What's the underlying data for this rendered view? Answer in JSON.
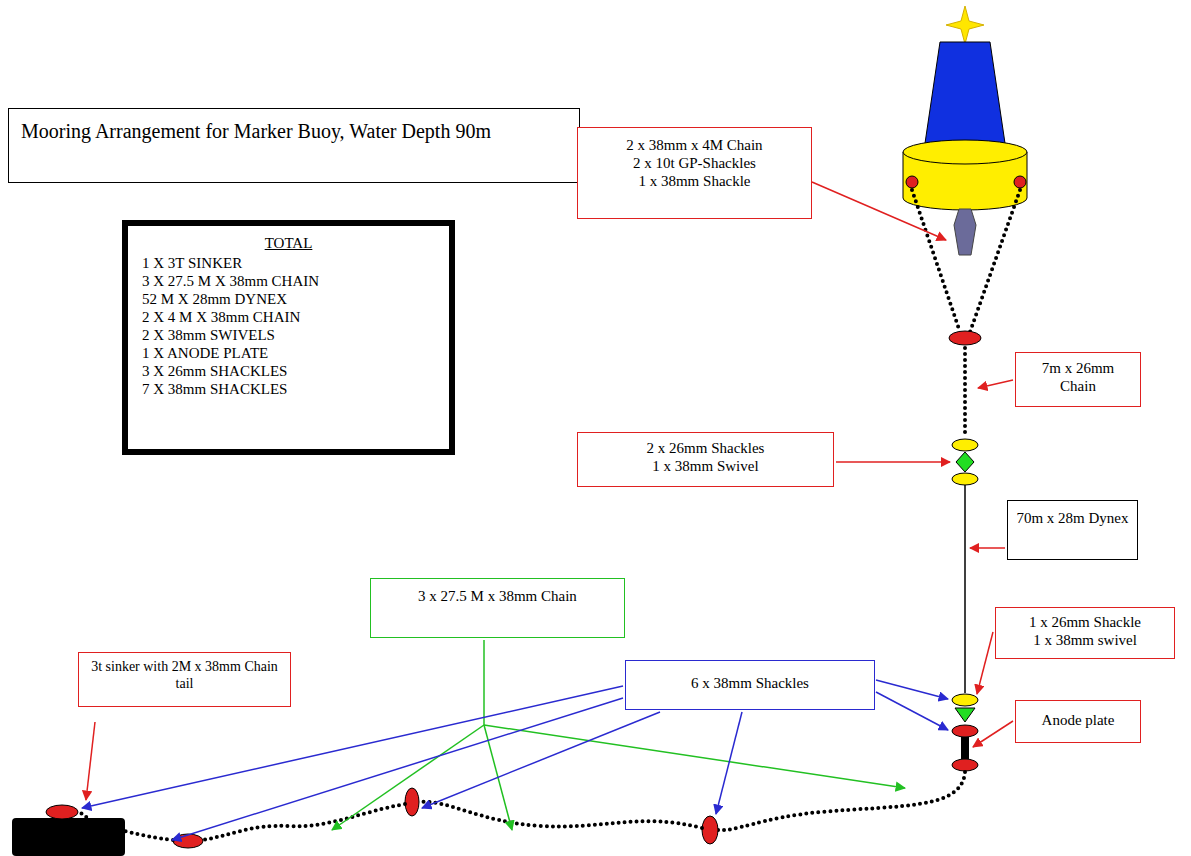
{
  "diagram": {
    "title": "Mooring Arrangement for Marker Buoy, Water Depth 90m",
    "nodes": [
      {
        "text": [
          "TOTAL",
          "1 X 3T SINKER",
          "3 X 27.5 M X 38mm CHAIN",
          "52 M X 28mm DYNEX",
          "2 X 4 M X 38mm CHAIN",
          "2 X 38mm SWIVELS",
          "1 X ANODE PLATE",
          "3 X 26mm SHACKLES",
          "7 X 38mm SHACKLES"
        ]
      },
      {
        "text": [
          "2 x 38mm x 4M Chain",
          "2 x 10t GP-Shackles",
          "1 x 38mm Shackle"
        ]
      },
      {
        "text": [
          "7m x 26mm Chain"
        ]
      },
      {
        "text": [
          "2 x 26mm Shackles",
          "1 x 38mm Swivel"
        ]
      },
      {
        "text": [
          "70m x 28m Dynex"
        ]
      },
      {
        "text": [
          "1 x 26mm Shackle",
          "1 x 38mm swivel"
        ]
      },
      {
        "text": [
          "Anode plate"
        ]
      },
      {
        "text": [
          "3 x 27.5 M x 38mm Chain"
        ]
      },
      {
        "text": [
          "3t sinker with 2M x 38mm Chain tail"
        ]
      },
      {
        "text": [
          "6 x 38mm Shackles"
        ]
      }
    ]
  }
}
